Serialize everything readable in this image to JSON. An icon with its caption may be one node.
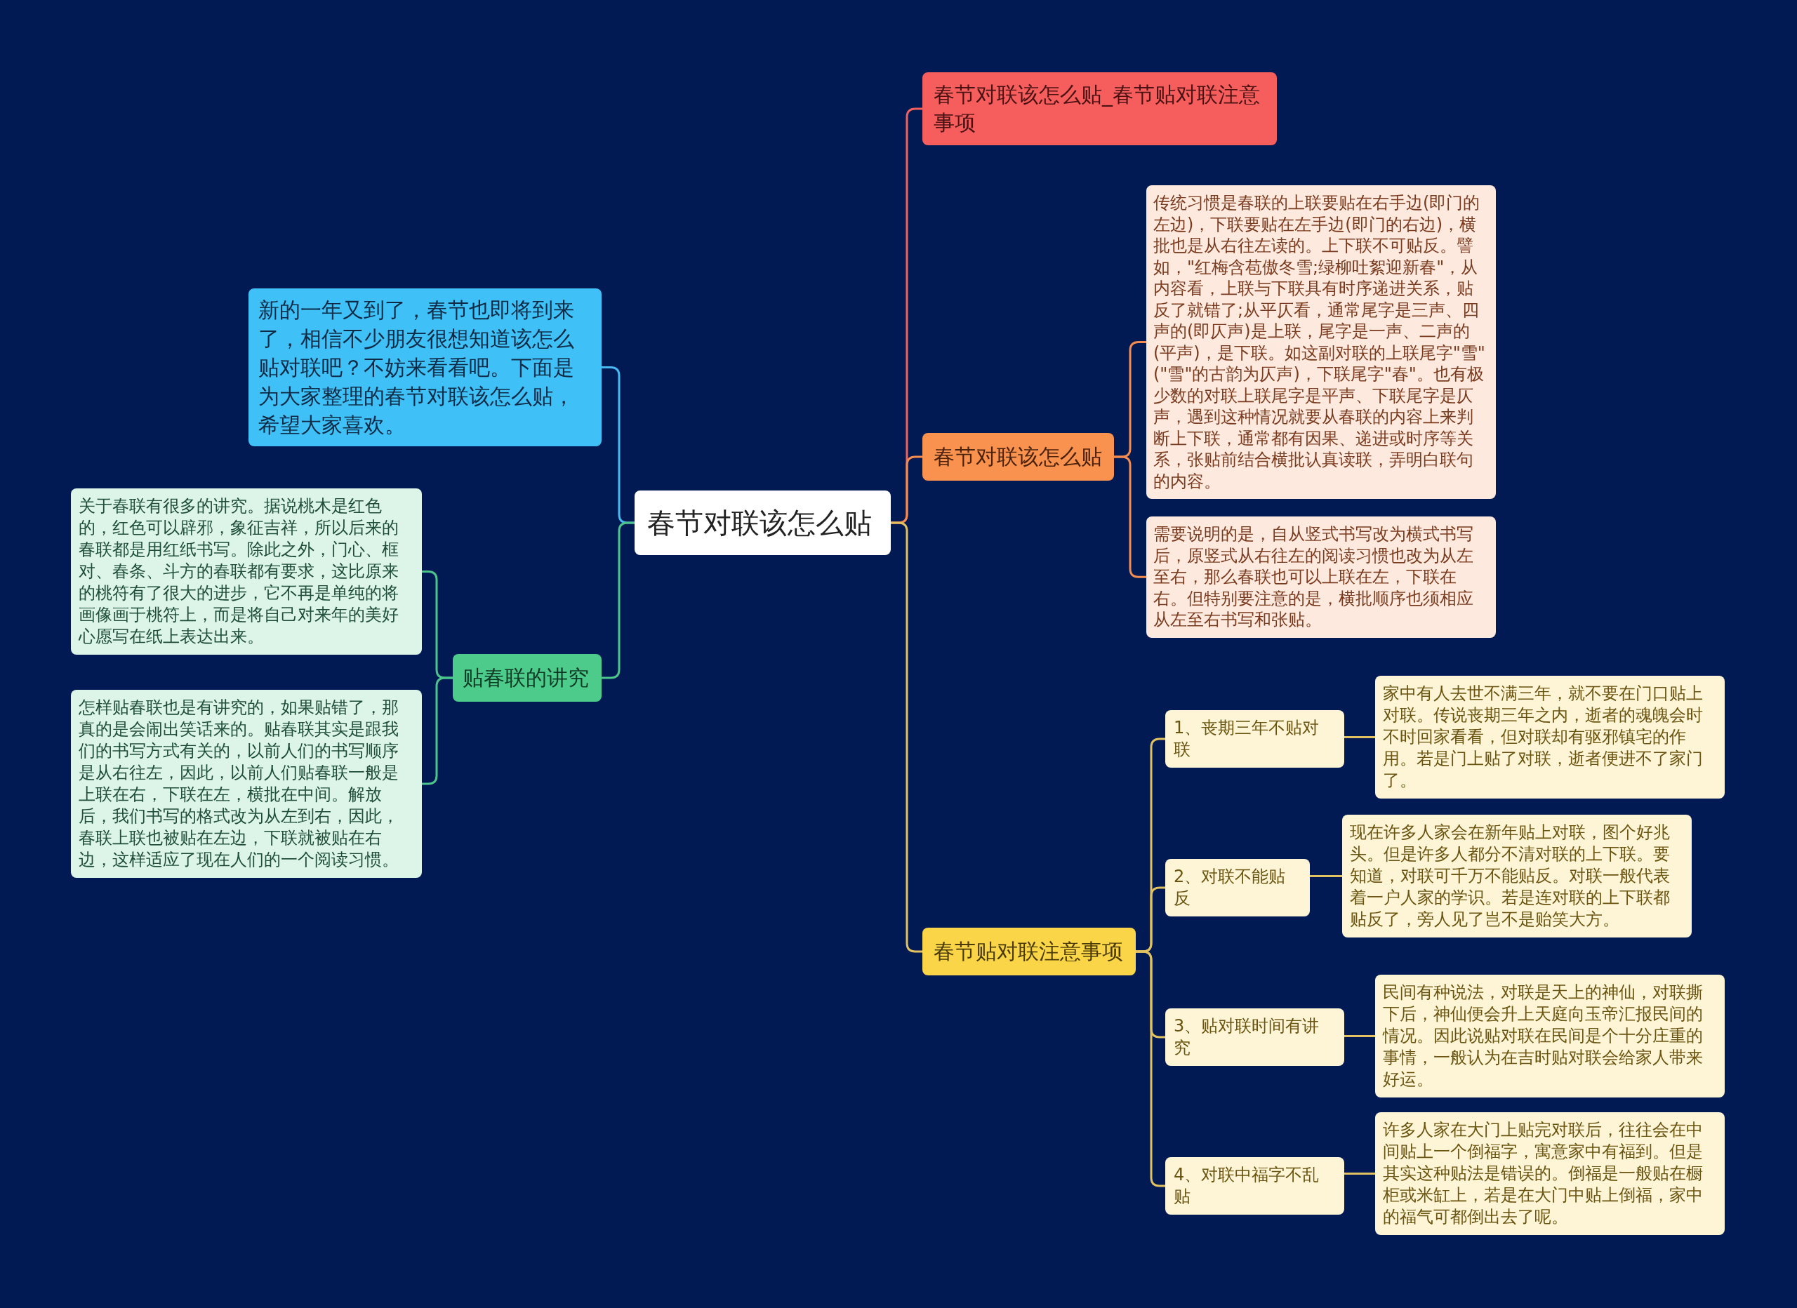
{
  "diagram": {
    "nodes": [
      {
        "text": [
          "春节对联该怎么贴"
        ]
      },
      {
        "text": [
          "新的一年又到了，春节也即将到来了，相信不少朋友很想知道该怎么贴对联吧？不妨来看看吧。下面是为大家整理的春节对联该怎么贴，希望大家喜欢。"
        ]
      },
      {
        "text": [
          "贴春联的讲究"
        ]
      },
      {
        "text": [
          "关于春联有很多的讲究。据说桃木是红色的，红色可以辟邪，象征吉祥，所以后来的春联都是用红纸书写。除此之外，门心、框对、春条、斗方的春联都有要求，这比原来的桃符有了很大的进步，它不再是单纯的将画像画于桃符上，而是将自己对来年的美好心愿写在纸上表达出来。"
        ]
      },
      {
        "text": [
          "怎样贴春联也是有讲究的，如果贴错了，那真的是会闹出笑话来的。贴春联其实是跟我们的书写方式有关的，以前人们的书写顺序是从右往左，因此，以前人们贴春联一般是上联在右，下联在左，横批在中间。解放后，我们书写的格式改为从左到右，因此，春联上联也被贴在左边，下联就被贴在右边，这样适应了现在人们的一个阅读习惯。"
        ]
      },
      {
        "text": [
          "春节对联该怎么贴_春节贴对联注意事项"
        ]
      },
      {
        "text": [
          "春节对联该怎么贴"
        ]
      },
      {
        "text": [
          "传统习惯是春联的上联要贴在右手边(即门的左边)，下联要贴在左手边(即门的右边)，横批也是从右往左读的。上下联不可贴反。譬如，\"红梅含苞傲冬雪;绿柳吐絮迎新春\"，从内容看，上联与下联具有时序递进关系，贴反了就错了;从平仄看，通常尾字是三声、四声的(即仄声)是上联，尾字是一声、二声的(平声)，是下联。如这副对联的上联尾字\"雪\"(\"雪\"的古韵为仄声)，下联尾字\"春\"。也有极少数的对联上联尾字是平声、下联尾字是仄声，遇到这种情况就要从春联的内容上来判断上下联，通常都有因果、递进或时序等关系，张贴前结合横批认真读联，弄明白联句的内容。"
        ]
      },
      {
        "text": [
          "需要说明的是，自从竖式书写改为横式书写后，原竖式从右往左的阅读习惯也改为从左至右，那么春联也可以上联在左，下联在右。但特别要注意的是，横批顺序也须相应从左至右书写和张贴。"
        ]
      },
      {
        "text": [
          "春节贴对联注意事项"
        ]
      },
      {
        "text": [
          "1、丧期三年不贴对联"
        ]
      },
      {
        "text": [
          "家中有人去世不满三年，就不要在门口贴上对联。传说丧期三年之内，逝者的魂魄会时不时回家看看，但对联却有驱邪镇宅的作用。若是门上贴了对联，逝者便进不了家门了。"
        ]
      },
      {
        "text": [
          "2、对联不能贴反"
        ]
      },
      {
        "text": [
          "现在许多人家会在新年贴上对联，图个好兆头。但是许多人都分不清对联的上下联。要知道，对联可千万不能贴反。对联一般代表着一户人家的学识。若是连对联的上下联都贴反了，旁人见了岂不是贻笑大方。"
        ]
      },
      {
        "text": [
          "3、贴对联时间有讲究"
        ]
      },
      {
        "text": [
          "民间有种说法，对联是天上的神仙，对联撕下后，神仙便会升上天庭向玉帝汇报民间的情况。因此说贴对联在民间是个十分庄重的事情，一般认为在吉时贴对联会给家人带来好运。"
        ]
      },
      {
        "text": [
          "4、对联中福字不乱贴"
        ]
      },
      {
        "text": [
          "许多人家在大门上贴完对联后，往往会在中间贴上一个倒福字，寓意家中有福到。但是其实这种贴法是错误的。倒福是一般贴在橱柜或米缸上，若是在大门中贴上倒福，家中的福气可都倒出去了呢。"
        ]
      }
    ],
    "edges": [
      {
        "from": 0,
        "to": 1,
        "arrow": "none",
        "color": "#48b8f0"
      },
      {
        "from": 0,
        "to": 2,
        "arrow": "none",
        "color": "#4cc58c"
      },
      {
        "from": 2,
        "to": 3,
        "arrow": "none",
        "color": "#4cc58c"
      },
      {
        "from": 2,
        "to": 4,
        "arrow": "none",
        "color": "#4cc58c"
      },
      {
        "from": 0,
        "to": 5,
        "arrow": "none",
        "color": "#f0605d"
      },
      {
        "from": 0,
        "to": 6,
        "arrow": "none",
        "color": "#f38c4e"
      },
      {
        "from": 6,
        "to": 7,
        "arrow": "none",
        "color": "#f38c4e"
      },
      {
        "from": 6,
        "to": 8,
        "arrow": "none",
        "color": "#f38c4e"
      },
      {
        "from": 0,
        "to": 9,
        "arrow": "none"
      },
      {
        "from": 9,
        "to": 10,
        "arrow": "none"
      },
      {
        "from": 9,
        "to": 12,
        "arrow": "none"
      },
      {
        "from": 9,
        "to": 14,
        "arrow": "none"
      },
      {
        "from": 9,
        "to": 16,
        "arrow": "none"
      },
      {
        "from": 10,
        "to": 11,
        "arrow": "none"
      },
      {
        "from": 12,
        "to": 13,
        "arrow": "none"
      },
      {
        "from": 14,
        "to": 15,
        "arrow": "none"
      },
      {
        "from": 16,
        "to": 17,
        "arrow": "none"
      }
    ]
  }
}
